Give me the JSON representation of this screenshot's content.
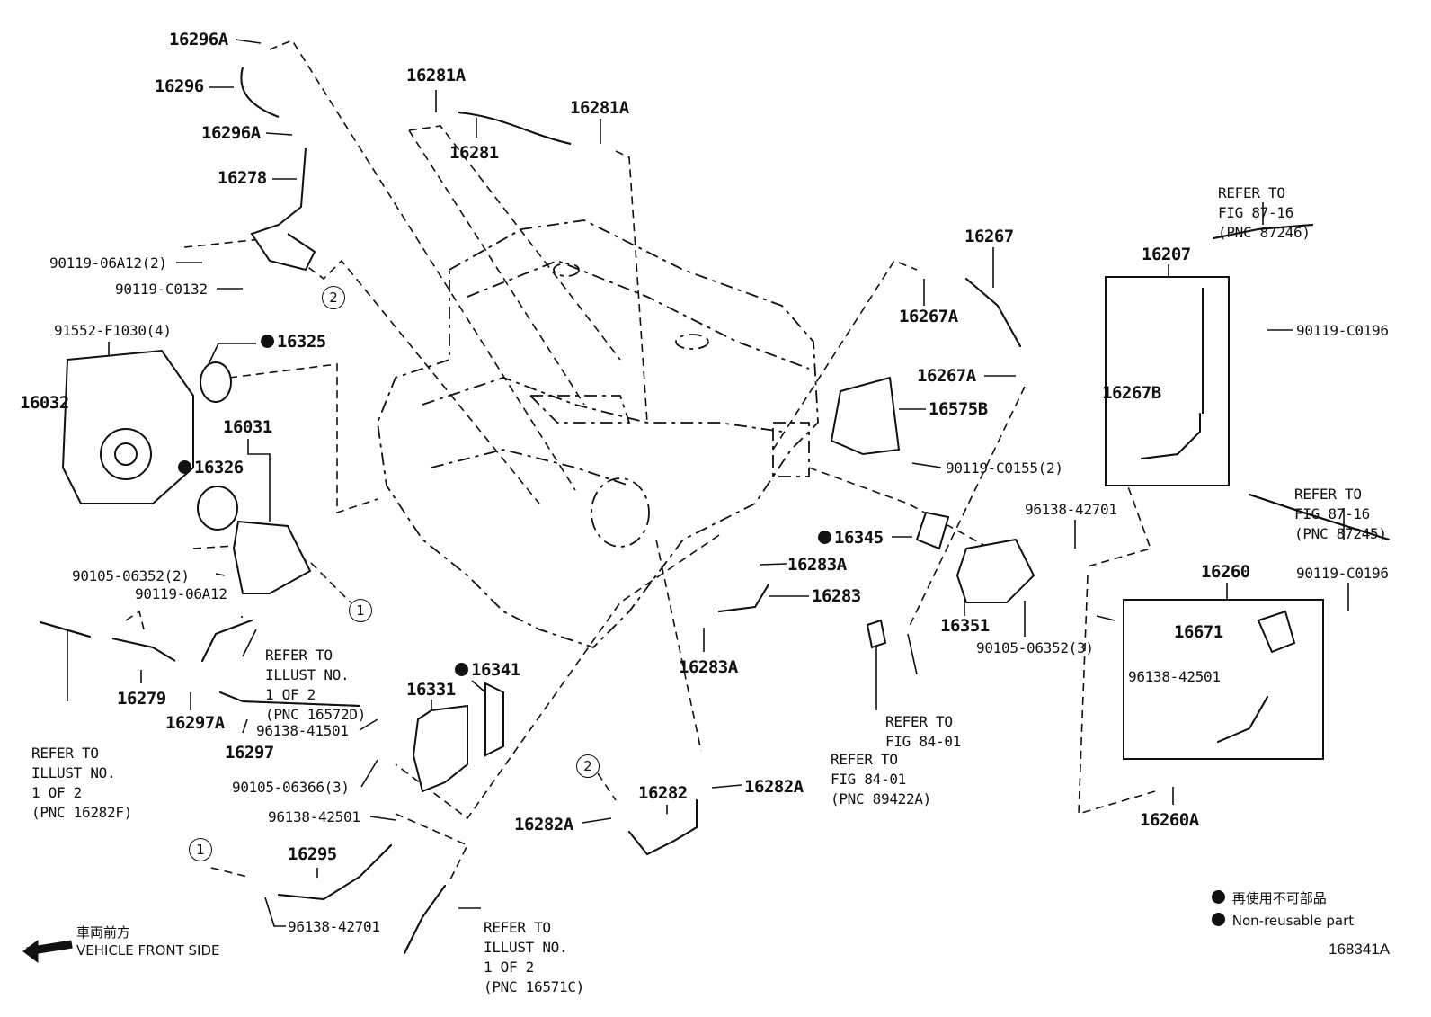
{
  "parts": {
    "p16296A_top": "16296A",
    "p16296": "16296",
    "p16296A_low": "16296A",
    "p16278": "16278",
    "p90119_06A12_2": "90119-06A12(2)",
    "p90119_C0132": "90119-C0132",
    "p91552_F1030_4": "91552-F1030(4)",
    "p16325": "16325",
    "p16032": "16032",
    "p16031": "16031",
    "p16326": "16326",
    "p90105_06352_2": "90105-06352(2)",
    "p90119_06A12": "90119-06A12",
    "p16279": "16279",
    "p16297A": "16297A",
    "p96138_41501": "96138-41501",
    "p16297": "16297",
    "p16331": "16331",
    "p16341": "16341",
    "p90105_06366_3": "90105-06366(3)",
    "p96138_42501_a": "96138-42501",
    "p16295": "16295",
    "p96138_42701_a": "96138-42701",
    "p16281A_left": "16281A",
    "p16281": "16281",
    "p16281A_right": "16281A",
    "p16267": "16267",
    "p16267A_top": "16267A",
    "p16267A_mid": "16267A",
    "p16575B": "16575B",
    "p90119_C0155_2": "90119-C0155(2)",
    "p16345": "16345",
    "p16283A_top": "16283A",
    "p16283": "16283",
    "p16283A_low": "16283A",
    "p16282": "16282",
    "p16282A_right": "16282A",
    "p16282A_left": "16282A",
    "p16351": "16351",
    "p90105_06352_3": "90105-06352(3)",
    "p96138_42701_b": "96138-42701",
    "p16207": "16207",
    "p90119_C0196_a": "90119-C0196",
    "p16267B": "16267B",
    "p16260": "16260",
    "p90119_C0196_b": "90119-C0196",
    "p16671": "16671",
    "p96138_42501_b": "96138-42501",
    "p16260A": "16260A"
  },
  "notes": {
    "refer_16572D": [
      "REFER TO",
      "ILLUST NO.",
      "1 OF 2",
      "(PNC 16572D)"
    ],
    "refer_16282F": [
      "REFER TO",
      "ILLUST NO.",
      "1 OF 2",
      "(PNC 16282F)"
    ],
    "refer_16571C": [
      "REFER TO",
      "ILLUST NO.",
      "1 OF 2",
      "(PNC 16571C)"
    ],
    "refer_87246": [
      "REFER TO",
      "FIG 87-16",
      "(PNC 87246)"
    ],
    "refer_87245": [
      "REFER TO",
      "FIG 87-16",
      "(PNC 87245)"
    ],
    "refer_84_01": [
      "REFER TO",
      "FIG 84-01"
    ],
    "refer_89422A": [
      "REFER TO",
      "FIG 84-01",
      "(PNC 89422A)"
    ]
  },
  "callouts": {
    "c1a": "1",
    "c1b": "1",
    "c2a": "2",
    "c2b": "2"
  },
  "legend": {
    "jp": "再使用不可部品",
    "en": "Non-reusable part"
  },
  "front": {
    "jp": "車両前方",
    "en": "VEHICLE FRONT SIDE"
  },
  "figure_id": "168341A"
}
